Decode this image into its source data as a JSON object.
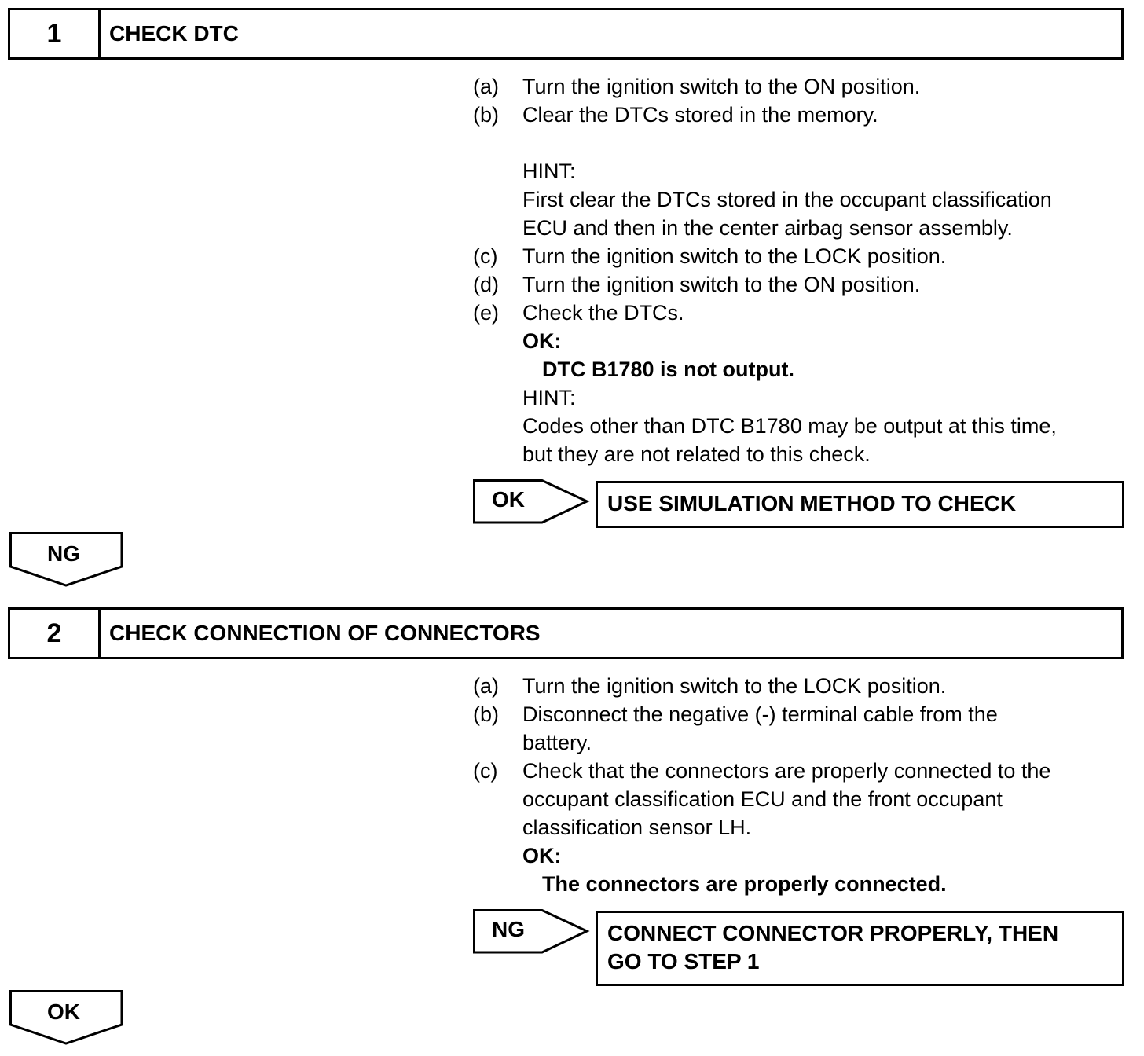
{
  "step1": {
    "number": "1",
    "title": "CHECK DTC",
    "instructions": [
      {
        "label": "(a)",
        "text": "Turn the ignition switch to the ON position."
      },
      {
        "label": "(b)",
        "text": "Clear the DTCs stored in the memory."
      }
    ],
    "hint1": {
      "label": "HINT:",
      "lines": [
        "First clear the DTCs stored in the occupant classification",
        "ECU and then in the center airbag sensor assembly."
      ]
    },
    "instructions2": [
      {
        "label": "(c)",
        "text": "Turn the ignition switch to the LOCK position."
      },
      {
        "label": "(d)",
        "text": "Turn the ignition switch to the ON position."
      },
      {
        "label": "(e)",
        "text": "Check the DTCs."
      }
    ],
    "ok_label": "OK:",
    "ok_text": "DTC B1780 is not output.",
    "hint2": {
      "label": "HINT:",
      "lines": [
        "Codes other than DTC B1780 may be output at this time,",
        "but they are not related to this check."
      ]
    },
    "branch_label": "OK",
    "branch_result": "USE SIMULATION METHOD TO CHECK",
    "down_label": "NG"
  },
  "step2": {
    "number": "2",
    "title": "CHECK CONNECTION OF CONNECTORS",
    "instructions": [
      {
        "label": "(a)",
        "lines": [
          "Turn the ignition switch to the LOCK position."
        ]
      },
      {
        "label": "(b)",
        "lines": [
          "Disconnect the negative (-) terminal cable from the",
          "battery."
        ]
      },
      {
        "label": "(c)",
        "lines": [
          "Check that the connectors are properly connected to the",
          "occupant classification ECU and the front occupant",
          "classification sensor LH."
        ]
      }
    ],
    "ok_label": "OK:",
    "ok_text": "The connectors are properly connected.",
    "branch_label": "NG",
    "branch_result_lines": [
      "CONNECT CONNECTOR PROPERLY, THEN",
      "GO TO STEP 1"
    ],
    "down_label": "OK"
  }
}
